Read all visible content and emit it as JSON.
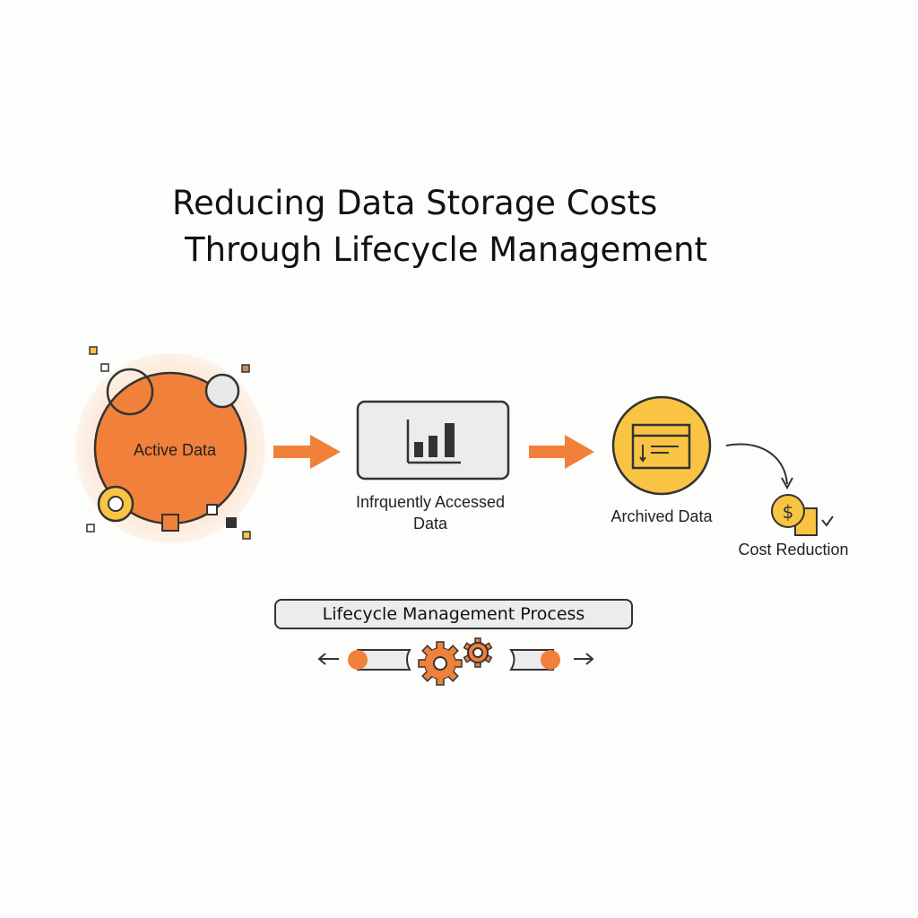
{
  "title": {
    "line1": "Reducing Data Storage Costs",
    "line2": "Through Lifecycle Management"
  },
  "stages": {
    "active": {
      "label": "Active Data"
    },
    "infrequent": {
      "label_line1": "Infrquently Accessed",
      "label_line2": "Data"
    },
    "archived": {
      "label": "Archived Data"
    },
    "cost": {
      "label": "Cost Reduction"
    }
  },
  "process": {
    "label": "Lifecycle Management Process"
  },
  "icons": {
    "active": "data-cluster-icon",
    "infrequent": "bar-chart-icon",
    "archived": "archive-window-icon",
    "cost": "dollar-coin-icon",
    "process": "gears-icon"
  },
  "colors": {
    "orange": "#f0803a",
    "orange_glow": "#fde7d6",
    "yellow": "#f9c443",
    "dark": "#333333",
    "gray_box": "#ececec"
  }
}
